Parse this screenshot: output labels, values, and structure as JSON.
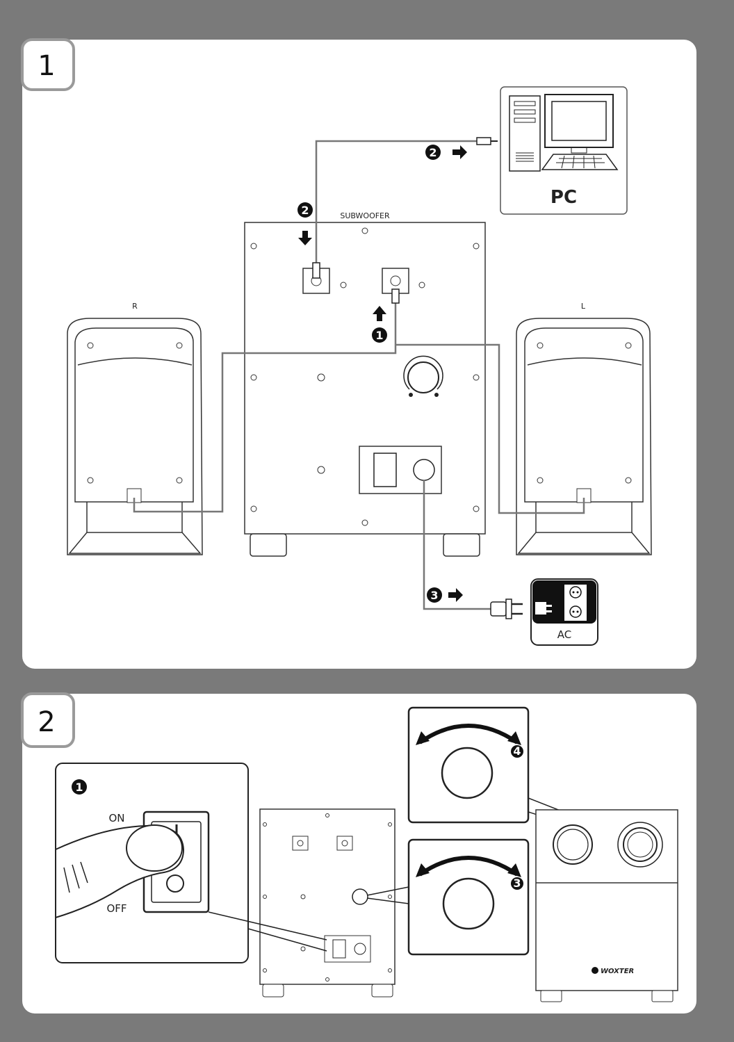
{
  "panel1": {
    "number": "1",
    "labels": {
      "subwoofer": "SUBWOOFER",
      "pc": "PC",
      "ac": "AC",
      "right_speaker": "R",
      "left_speaker": "L"
    },
    "steps": [
      "1",
      "2",
      "2",
      "3"
    ]
  },
  "panel2": {
    "number": "2",
    "switch": {
      "on": "ON",
      "off": "OFF"
    },
    "steps": [
      "1",
      "3",
      "4"
    ],
    "brand": "WOXTER"
  },
  "colors": {
    "background": "#7a7a7a",
    "panel": "#ffffff",
    "ink": "#1a1a1a",
    "cable": "#777777"
  }
}
